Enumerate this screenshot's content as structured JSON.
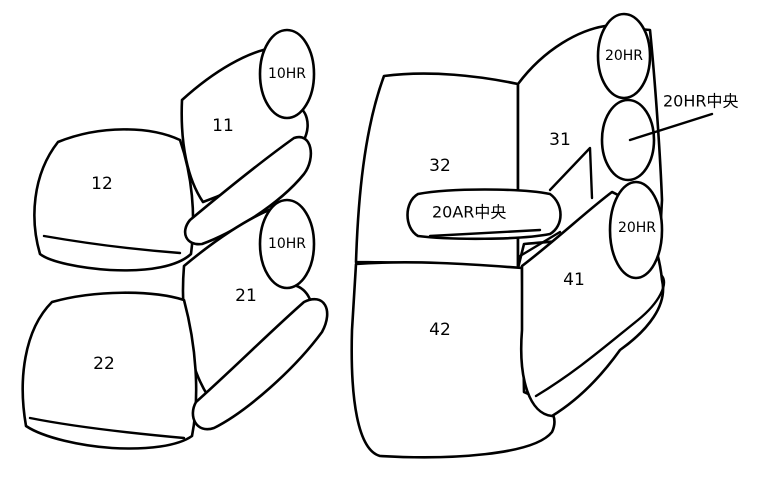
{
  "labels": {
    "seat_12": "12",
    "seat_11": "11",
    "seat_22": "22",
    "seat_21": "21",
    "seat_32": "32",
    "seat_31": "31",
    "seat_42": "42",
    "seat_41": "41",
    "headrest_front_upper": "10HR",
    "headrest_front_lower": "10HR",
    "headrest_rear_upper": "20HR",
    "headrest_rear_lower": "20HR",
    "armrest_center": "20AR中央",
    "headrest_rear_center_callout": "20HR中央"
  },
  "colors": {
    "stroke": "#000000",
    "fill": "#ffffff"
  }
}
